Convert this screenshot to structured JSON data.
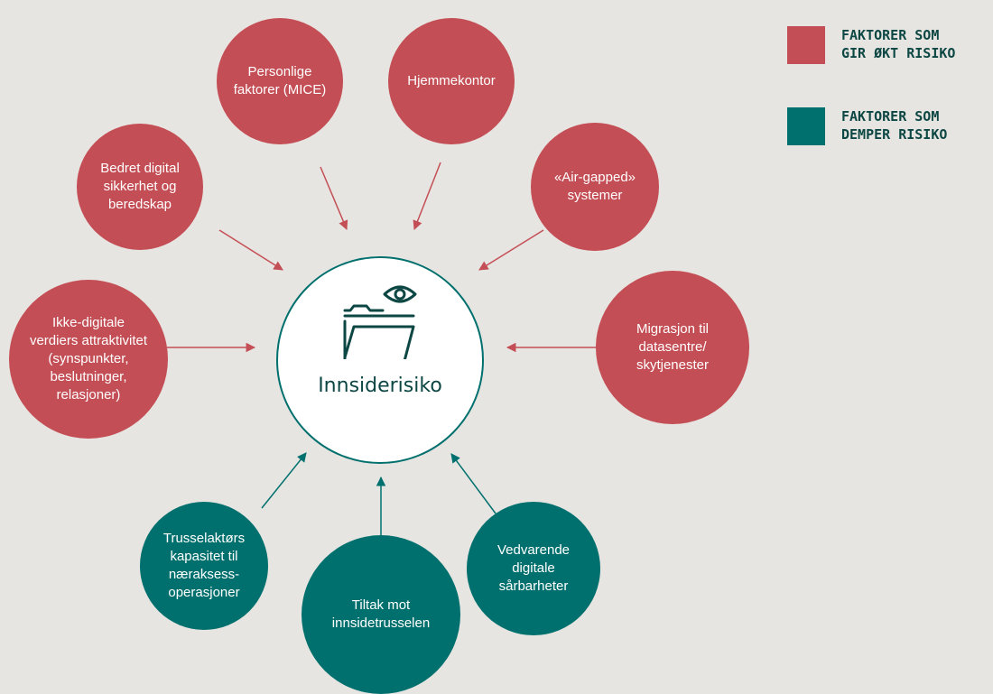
{
  "center": {
    "label": "Innsiderisiko",
    "icon": "folder-eye-icon"
  },
  "colors": {
    "increase": "#c44e55",
    "decrease": "#00706e",
    "background": "#e7e5e1"
  },
  "legend": [
    {
      "label": "FAKTORER SOM\nGIR ØKT RISIKO",
      "color": "#c44e55"
    },
    {
      "label": "FAKTORER SOM\nDEMPER RISIKO",
      "color": "#00706e"
    }
  ],
  "increasing_factors": [
    "Personlige\nfaktorer (MICE)",
    "Hjemmekontor",
    "Bedret digital\nsikkerhet og\nberedskap",
    "«Air-gapped»\nsystemer",
    "Ikke-digitale\nverdiers attraktivitet\n(synspunkter,\nbeslutninger,\nrelasjoner)",
    "Migrasjon til\ndatasentre/\nskytjenester"
  ],
  "decreasing_factors": [
    "Trusselaktørs\nkapasitet til\nnæraksess-\noperasjoner",
    "Tiltak mot\ninnsidetrusselen",
    "Vedvarende\ndigitale\nsårbarheter"
  ]
}
